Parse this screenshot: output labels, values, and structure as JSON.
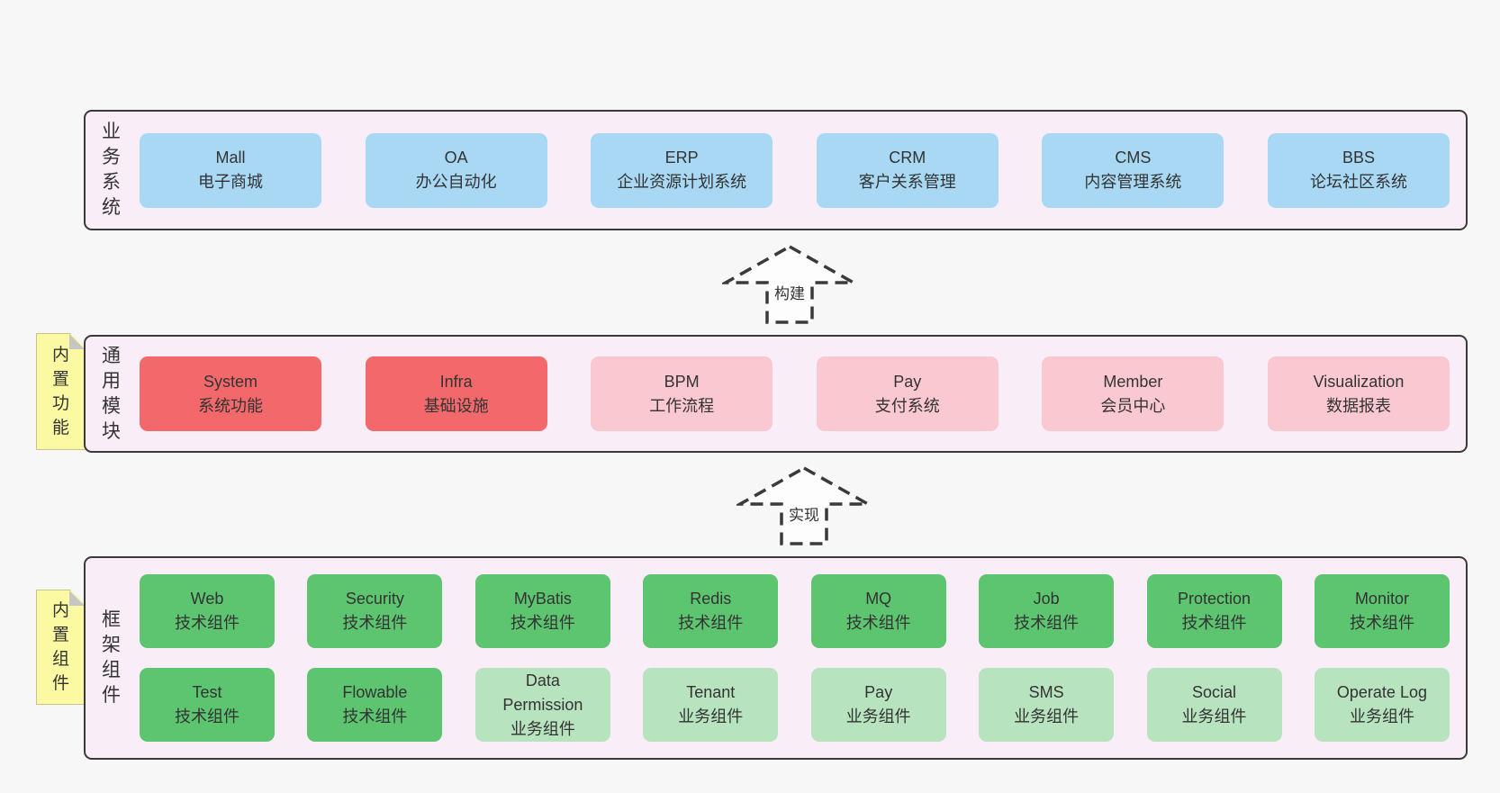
{
  "colors": {
    "page_bg": "#f7f7f7",
    "container_bg": "#f9eef7",
    "border": "#3a3a3a",
    "text": "#333333",
    "blue": "#a8d8f4",
    "red": "#f3696b",
    "pink": "#fac8d1",
    "green": "#5dc470",
    "lightgreen": "#b7e3bf",
    "yellow": "#fbf9a2",
    "fold": "#c6c6c6"
  },
  "arrows": [
    {
      "label": "构建"
    },
    {
      "label": "实现"
    }
  ],
  "layers": [
    {
      "label": "业务系统",
      "boxes": [
        {
          "title": "Mall",
          "subtitle": "电子商城",
          "type": "blue"
        },
        {
          "title": "OA",
          "subtitle": "办公自动化",
          "type": "blue"
        },
        {
          "title": "ERP",
          "subtitle": "企业资源计划系统",
          "type": "blue"
        },
        {
          "title": "CRM",
          "subtitle": "客户关系管理",
          "type": "blue"
        },
        {
          "title": "CMS",
          "subtitle": "内容管理系统",
          "type": "blue"
        },
        {
          "title": "BBS",
          "subtitle": "论坛社区系统",
          "type": "blue"
        }
      ]
    },
    {
      "label": "通用模块",
      "tab": "内置功能",
      "boxes": [
        {
          "title": "System",
          "subtitle": "系统功能",
          "type": "red"
        },
        {
          "title": "Infra",
          "subtitle": "基础设施",
          "type": "red"
        },
        {
          "title": "BPM",
          "subtitle": "工作流程",
          "type": "pink"
        },
        {
          "title": "Pay",
          "subtitle": "支付系统",
          "type": "pink"
        },
        {
          "title": "Member",
          "subtitle": "会员中心",
          "type": "pink"
        },
        {
          "title": "Visualization",
          "subtitle": "数据报表",
          "type": "pink"
        }
      ]
    },
    {
      "label": "框架组件",
      "tab": "内置组件",
      "rows": [
        [
          {
            "title": "Web",
            "subtitle": "技术组件",
            "type": "green"
          },
          {
            "title": "Security",
            "subtitle": "技术组件",
            "type": "green"
          },
          {
            "title": "MyBatis",
            "subtitle": "技术组件",
            "type": "green"
          },
          {
            "title": "Redis",
            "subtitle": "技术组件",
            "type": "green"
          },
          {
            "title": "MQ",
            "subtitle": "技术组件",
            "type": "green"
          },
          {
            "title": "Job",
            "subtitle": "技术组件",
            "type": "green"
          },
          {
            "title": "Protection",
            "subtitle": "技术组件",
            "type": "green"
          },
          {
            "title": "Monitor",
            "subtitle": "技术组件",
            "type": "green"
          }
        ],
        [
          {
            "title": "Test",
            "subtitle": "技术组件",
            "type": "green"
          },
          {
            "title": "Flowable",
            "subtitle": "技术组件",
            "type": "green"
          },
          {
            "title": "Data Permission",
            "subtitle": "业务组件",
            "type": "lightgreen"
          },
          {
            "title": "Tenant",
            "subtitle": "业务组件",
            "type": "lightgreen"
          },
          {
            "title": "Pay",
            "subtitle": "业务组件",
            "type": "lightgreen"
          },
          {
            "title": "SMS",
            "subtitle": "业务组件",
            "type": "lightgreen"
          },
          {
            "title": "Social",
            "subtitle": "业务组件",
            "type": "lightgreen"
          },
          {
            "title": "Operate Log",
            "subtitle": "业务组件",
            "type": "lightgreen"
          }
        ]
      ]
    }
  ]
}
